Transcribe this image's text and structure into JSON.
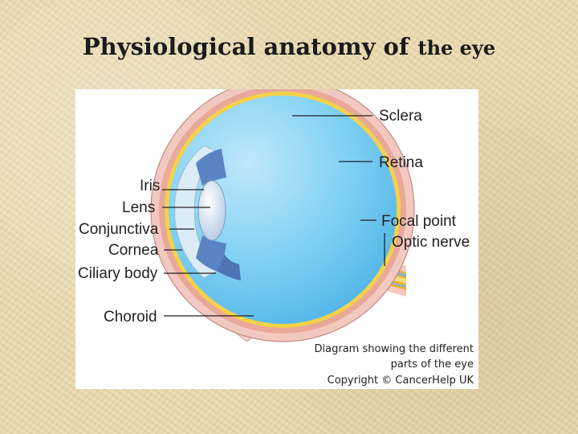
{
  "title": {
    "main": "Physiological anatomy of",
    "tail": "the eye"
  },
  "diagram": {
    "labels": {
      "sclera": "Sclera",
      "retina": "Retina",
      "iris": "Iris",
      "lens": "Lens",
      "conjunctiva": "Conjunctiva",
      "cornea": "Cornea",
      "ciliary_body": "Ciliary body",
      "focal_point": "Focal point",
      "optic_nerve": "Optic nerve",
      "choroid": "Choroid"
    },
    "caption": {
      "line1": "Diagram showing the different",
      "line2": "parts of the eye",
      "line3": "Copyright © CancerHelp UK"
    }
  },
  "colors": {
    "background": "#eadbb0",
    "vitreous": "#6ec6f0",
    "sclera": "#f2c9c0",
    "choroid": "#e8a99a",
    "retina": "#f4d24a",
    "iris": "#5b84c4",
    "optic_nerve": "#e9b23a"
  }
}
